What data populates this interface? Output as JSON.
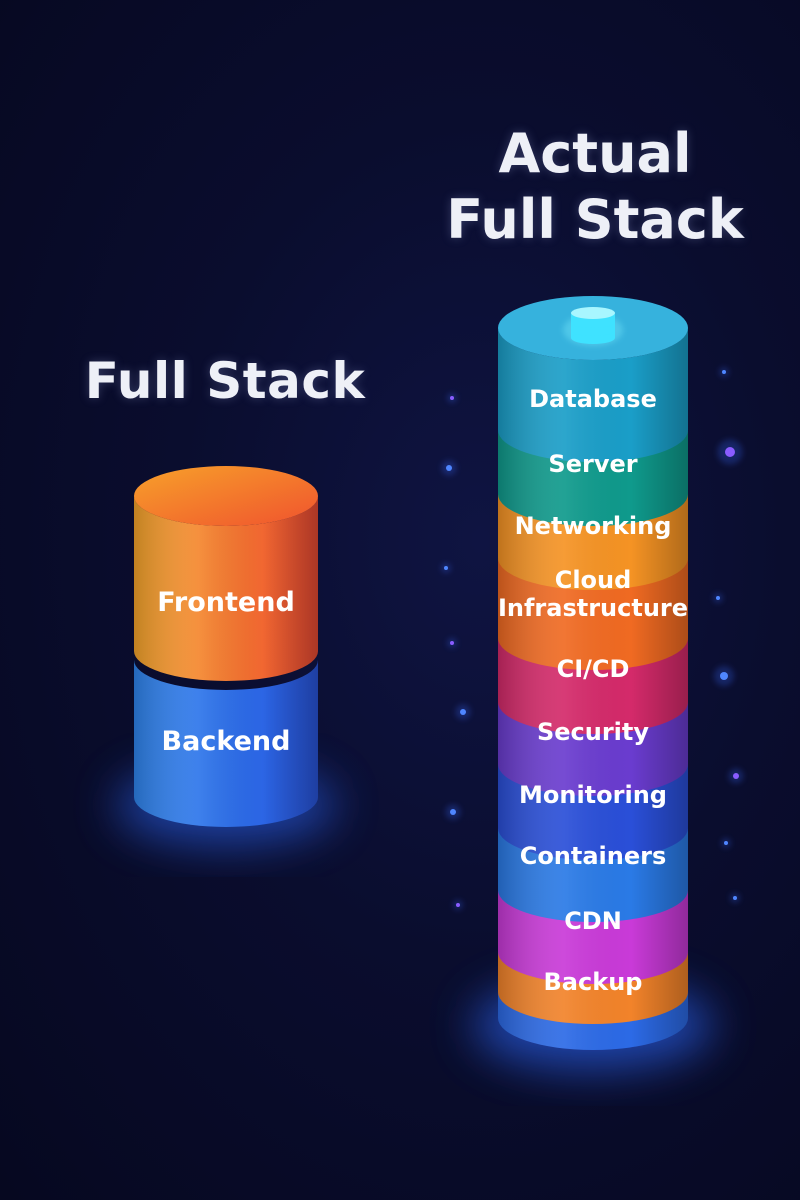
{
  "titles": {
    "left": "Full Stack",
    "right_line1": "Actual",
    "right_line2": "Full Stack"
  },
  "left_stack": {
    "colors": {
      "frontend_top": "#f58a2a",
      "frontend_body": "#f26f2f",
      "backend_body": "#2c6ee8"
    },
    "layers": [
      {
        "label": "Frontend",
        "color": "#f2782d"
      },
      {
        "label": "Backend",
        "color": "#2f6ee6"
      }
    ]
  },
  "right_stack": {
    "top_icon": "database-icon",
    "top_color": "#1ba8d8",
    "layers": [
      {
        "lines": [
          "Database"
        ],
        "color": "#1a9ec8"
      },
      {
        "lines": [
          "Server"
        ],
        "color": "#0f9a8c"
      },
      {
        "lines": [
          "Networking"
        ],
        "color": "#f59324"
      },
      {
        "lines": [
          "Cloud",
          "Infrastructure"
        ],
        "color": "#f06a22"
      },
      {
        "lines": [
          "CI/CD"
        ],
        "color": "#d42a6a"
      },
      {
        "lines": [
          "Security"
        ],
        "color": "#6a3ccf"
      },
      {
        "lines": [
          "Monitoring"
        ],
        "color": "#2a4fd8"
      },
      {
        "lines": [
          "Containers"
        ],
        "color": "#2a7ae6"
      },
      {
        "lines": [
          "CDN"
        ],
        "color": "#c93ad8"
      },
      {
        "lines": [
          "Backup"
        ],
        "color": "#f2832a"
      }
    ],
    "base_color": "#2c6ae6"
  }
}
